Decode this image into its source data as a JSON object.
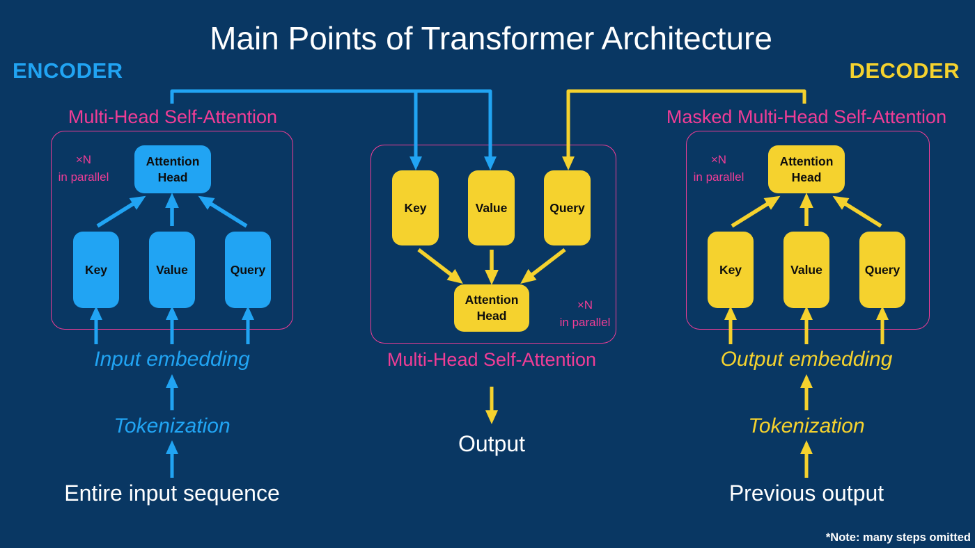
{
  "title": "Main Points of Transformer Architecture",
  "footnote": "*Note: many steps omitted",
  "colors": {
    "background": "#093763",
    "blue": "#21a4f3",
    "yellow": "#f5d22e",
    "pink": "#f13d96",
    "white": "#ffffff"
  },
  "encoder": {
    "label": "ENCODER",
    "section_title": "Multi-Head Self-Attention",
    "repeat_note": "×N\nin parallel",
    "attention_head": "Attention\nHead",
    "boxes": [
      "Key",
      "Value",
      "Query"
    ],
    "steps": [
      "Input embedding",
      "Tokenization"
    ],
    "source": "Entire input sequence"
  },
  "middle": {
    "section_title": "Multi-Head Self-Attention",
    "repeat_note": "×N\nin parallel",
    "attention_head": "Attention\nHead",
    "boxes": [
      "Key",
      "Value",
      "Query"
    ],
    "output": "Output"
  },
  "decoder": {
    "label": "DECODER",
    "section_title": "Masked Multi-Head Self-Attention",
    "repeat_note": "×N\nin parallel",
    "attention_head": "Attention\nHead",
    "boxes": [
      "Key",
      "Value",
      "Query"
    ],
    "steps": [
      "Output embedding",
      "Tokenization"
    ],
    "source": "Previous output"
  }
}
